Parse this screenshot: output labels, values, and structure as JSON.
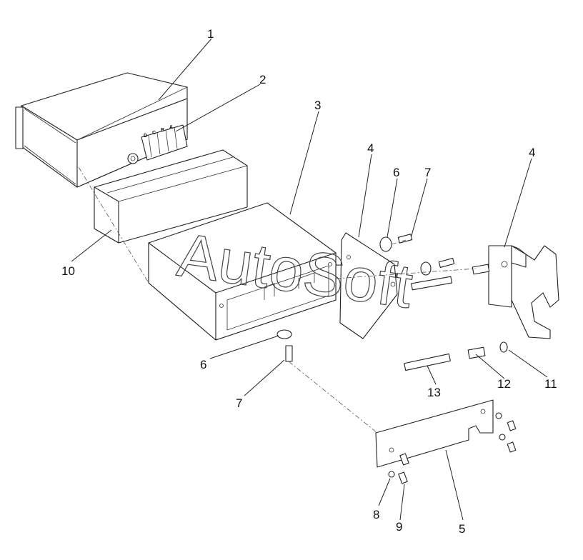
{
  "diagram": {
    "watermark": "AutoSoft",
    "terminal_letters": [
      "D",
      "C",
      "B",
      "A"
    ],
    "callouts": [
      "1",
      "2",
      "3",
      "4",
      "4",
      "5",
      "6",
      "6",
      "7",
      "7",
      "8",
      "9",
      "10",
      "11",
      "12",
      "13"
    ]
  }
}
